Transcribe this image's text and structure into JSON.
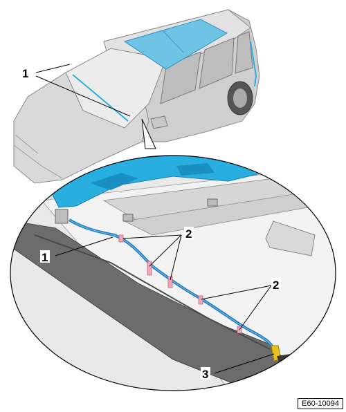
{
  "callouts": {
    "one_top": "1",
    "one_detail": "1",
    "two_upper": "2",
    "two_lower": "2",
    "three": "3"
  },
  "figure_id": "E60-10094",
  "colors": {
    "roof_glass": "#6fc4e6",
    "hose": "#1e6fb8",
    "highlight_part": "#29aee0",
    "clip": "#f0a6b8",
    "drain_valve": "#e8c020",
    "car_body": "#d4d4d4"
  }
}
